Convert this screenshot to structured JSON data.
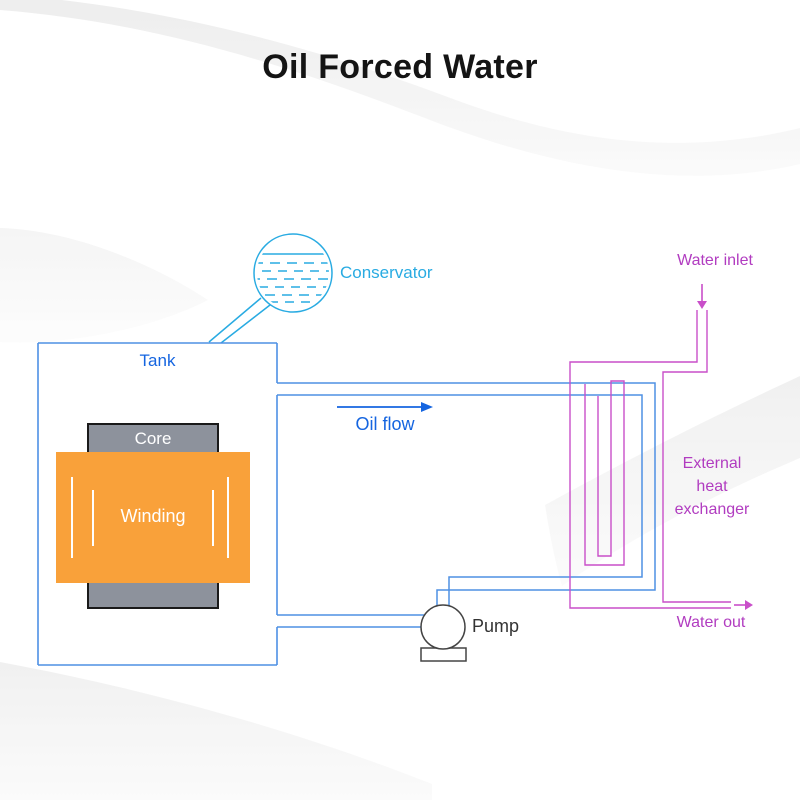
{
  "title": "Oil Forced Water",
  "labels": {
    "conservator": "Conservator",
    "tank": "Tank",
    "core": "Core",
    "winding": "Winding",
    "oil_flow": "Oil flow",
    "pump": "Pump",
    "water_inlet": "Water inlet",
    "heat_exchanger": "External\nheat\nexchanger",
    "water_out": "Water out"
  },
  "colors": {
    "oil_blue_label": "#1565E0",
    "pipe_blue": "#4E90E4",
    "conservator_light_blue": "#29ABE2",
    "water_magenta_line": "#C94FC9",
    "water_magenta_label": "#B13CC0",
    "winding_orange": "#F9A13A",
    "core_gray": "#8D929C",
    "pump_stroke": "#444444",
    "title_color": "#141414"
  }
}
